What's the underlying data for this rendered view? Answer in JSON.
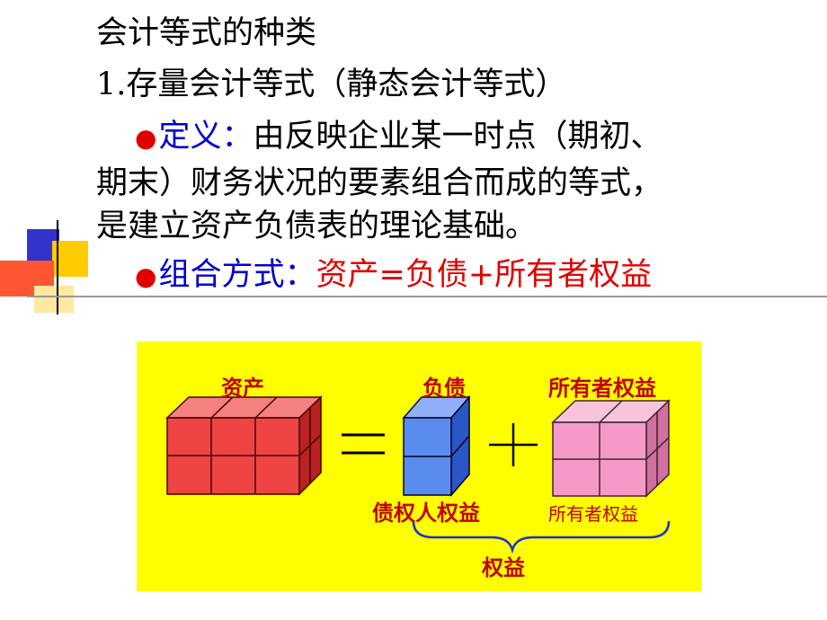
{
  "slide": {
    "title": "会计等式的种类",
    "subtitle_num": "1.",
    "subtitle_text": "存量会计等式（静态会计等式）",
    "bullet1": {
      "label": "定义：",
      "text_line1": "由反映企业某一时点（期初、",
      "text_line2": "期末）财务状况的要素组合而成的等式，",
      "text_line3": "是建立资产负债表的理论基础。"
    },
    "bullet2": {
      "label": "组合方式：",
      "formula": "资产=负债+所有者权益"
    }
  },
  "figure": {
    "label_assets": "资产",
    "label_liabilities": "负债",
    "label_equity": "所有者权益",
    "label_creditor": "债权人权益",
    "label_owner": "所有者权益",
    "label_total": "权益",
    "colors": {
      "background": "#ffff00",
      "assets": "#ee4444",
      "liabilities": "#5a8cf0",
      "equity": "#f59ac8",
      "label": "#c00000",
      "brace": "#1a33cc"
    }
  }
}
